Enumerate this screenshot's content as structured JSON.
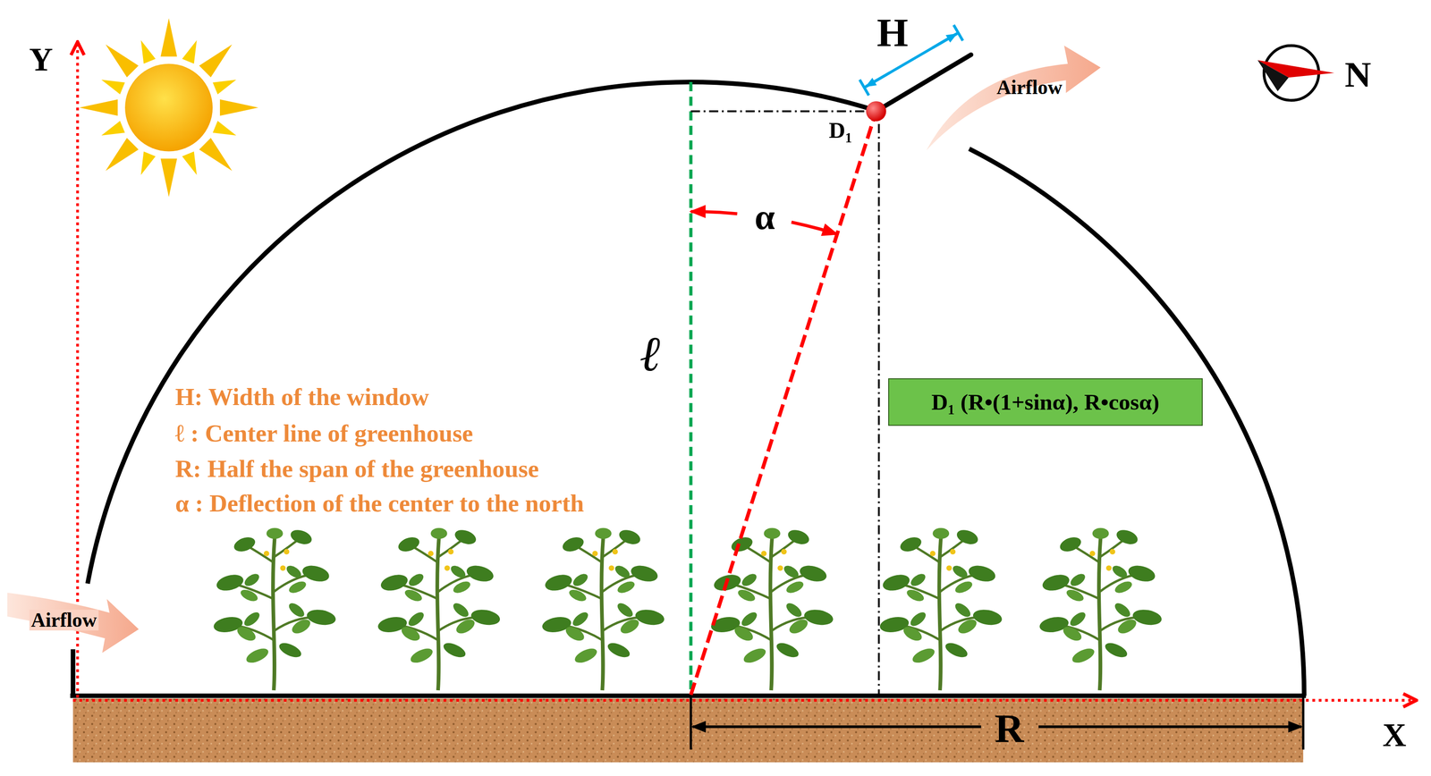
{
  "diagram": {
    "nodes": [
      {
        "text": [
          "D₁ (R•(1+sinα), R•cosα)"
        ]
      }
    ],
    "labels": [
      "Y",
      "H",
      "N",
      "Airflow",
      "D₁",
      "α",
      "ℓ",
      "H: Width of the window",
      "ℓ : Center line of greenhouse",
      "R: Half the span of the greenhouse",
      "α : Deflection of the center to the north",
      "Airflow",
      "R",
      "X"
    ]
  }
}
